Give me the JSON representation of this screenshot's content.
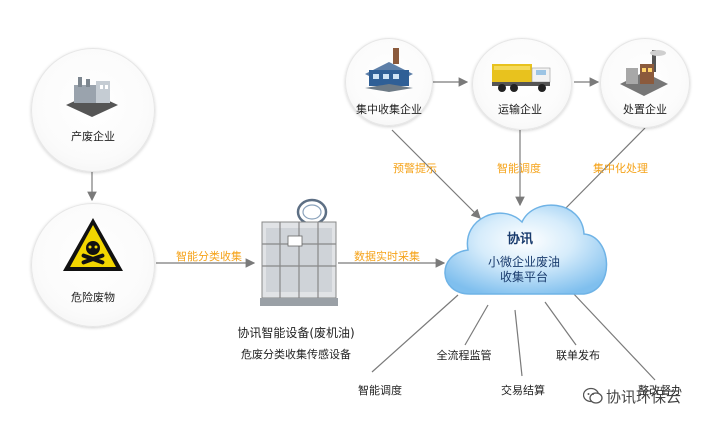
{
  "nodes": {
    "waste_producer": "产废企业",
    "hazardous_waste": "危险废物",
    "collection_company": "集中收集企业",
    "transport_company": "运输企业",
    "disposal_company": "处置企业"
  },
  "device": {
    "title": "协讯智能设备(废机油)",
    "subtitle": "危废分类收集传感设备"
  },
  "cloud": {
    "brand": "协讯",
    "line1": "小微企业废油",
    "line2": "收集平台"
  },
  "edges": {
    "smart_classify": "智能分类收集",
    "realtime_collect": "数据实时采集",
    "alert": "预警提示",
    "dispatch": "智能调度",
    "centralized": "集中化处理"
  },
  "outputs": {
    "smart_dispatch": "智能调度",
    "full_monitoring": "全流程监管",
    "settlement": "交易结算",
    "joint_release": "联单发布",
    "corrective": "整改督办"
  },
  "watermark": "协讯环保云",
  "colors": {
    "accent": "#f5a31a",
    "cloud": "#8ec9f2",
    "hazard": "#f2d600"
  }
}
